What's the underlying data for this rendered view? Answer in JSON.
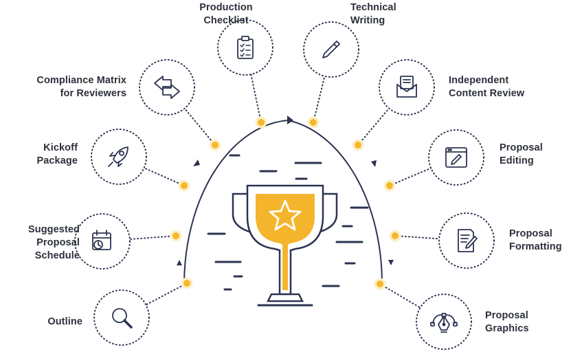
{
  "colors": {
    "navy": "#2b3350",
    "gold": "#f4b52c",
    "dot": "#f5b82a",
    "text": "#2b2f3a"
  },
  "nodes": [
    {
      "id": "outline",
      "icon": "magnifier-icon",
      "lines": [
        "Outline"
      ]
    },
    {
      "id": "schedule",
      "icon": "calendar-icon",
      "lines": [
        "Suggested",
        "Proposal",
        "Schedule"
      ]
    },
    {
      "id": "kickoff",
      "icon": "rocket-icon",
      "lines": [
        "Kickoff",
        "Package"
      ]
    },
    {
      "id": "compliance",
      "icon": "arrows-exchange-icon",
      "lines": [
        "Compliance Matrix",
        "for Reviewers"
      ]
    },
    {
      "id": "checklist",
      "icon": "clipboard-checklist-icon",
      "lines": [
        "Production",
        "Checklist"
      ]
    },
    {
      "id": "writing",
      "icon": "pencil-icon",
      "lines": [
        "Technical",
        "Writing"
      ]
    },
    {
      "id": "review",
      "icon": "envelope-document-icon",
      "lines": [
        "Independent",
        "Content Review"
      ]
    },
    {
      "id": "editing",
      "icon": "browser-edit-icon",
      "lines": [
        "Proposal",
        "Editing"
      ]
    },
    {
      "id": "formatting",
      "icon": "document-pen-icon",
      "lines": [
        "Proposal",
        "Formatting"
      ]
    },
    {
      "id": "graphics",
      "icon": "pen-tool-icon",
      "lines": [
        "Proposal",
        "Graphics"
      ]
    }
  ],
  "center_icon": "trophy-star-icon"
}
